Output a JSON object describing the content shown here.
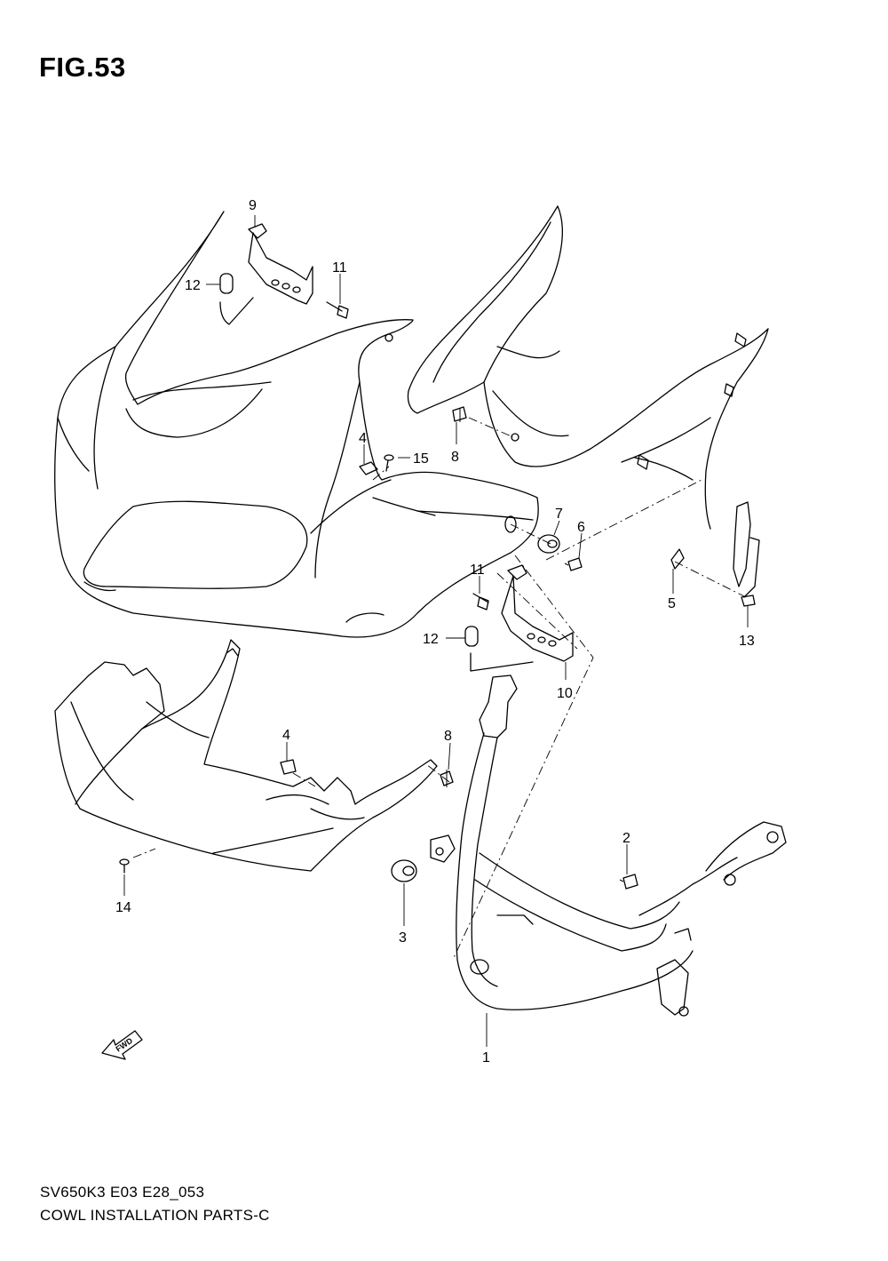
{
  "figure": {
    "title": "FIG.53"
  },
  "footer": {
    "model_code": "SV650K3 E03 E28_053",
    "section_name": "COWL INSTALLATION PARTS-C"
  },
  "fwd_label": "FWD",
  "callouts": [
    {
      "id": "c9",
      "number": "9"
    },
    {
      "id": "c11a",
      "number": "11"
    },
    {
      "id": "c12a",
      "number": "12"
    },
    {
      "id": "c4a",
      "number": "4"
    },
    {
      "id": "c15",
      "number": "15"
    },
    {
      "id": "c8a",
      "number": "8"
    },
    {
      "id": "c7",
      "number": "7"
    },
    {
      "id": "c6",
      "number": "6"
    },
    {
      "id": "c11b",
      "number": "11"
    },
    {
      "id": "c12b",
      "number": "12"
    },
    {
      "id": "c10",
      "number": "10"
    },
    {
      "id": "c5",
      "number": "5"
    },
    {
      "id": "c13",
      "number": "13"
    },
    {
      "id": "c4b",
      "number": "4"
    },
    {
      "id": "c8b",
      "number": "8"
    },
    {
      "id": "c2",
      "number": "2"
    },
    {
      "id": "c14",
      "number": "14"
    },
    {
      "id": "c3",
      "number": "3"
    },
    {
      "id": "c1",
      "number": "1"
    }
  ]
}
